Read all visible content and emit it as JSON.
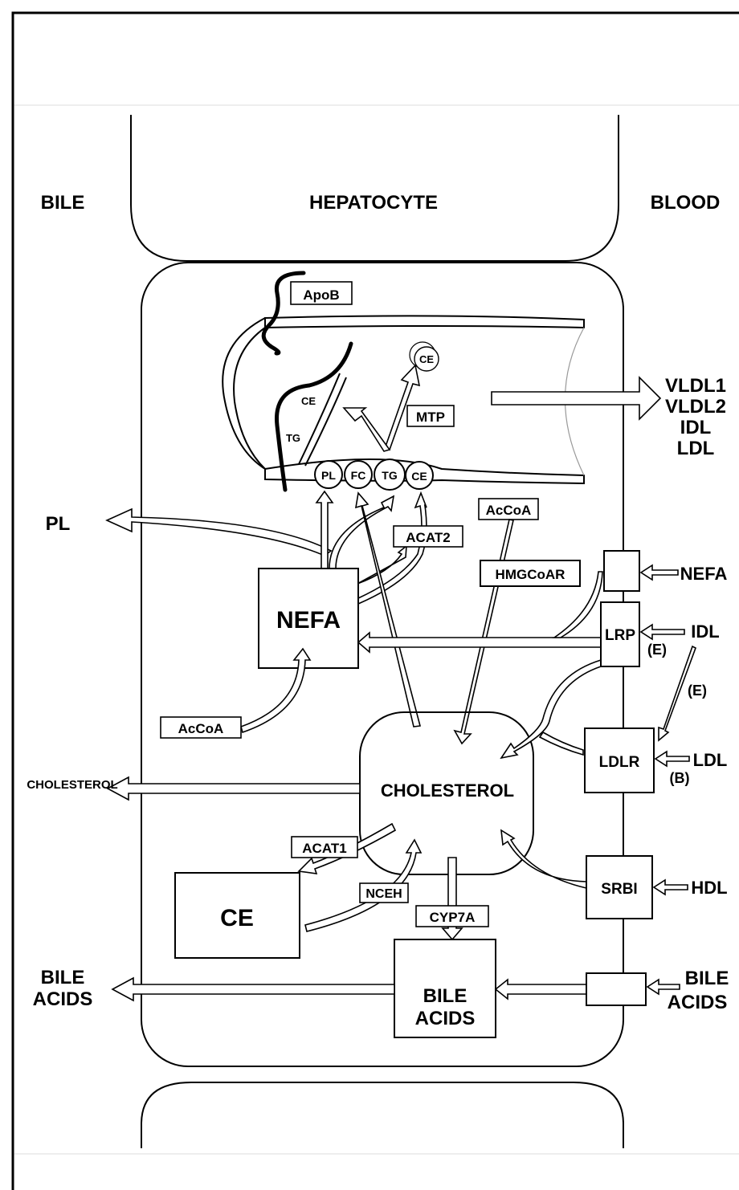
{
  "regions": {
    "bile": "BILE",
    "hepatocyte": "HEPATOCYTE",
    "blood": "BLOOD"
  },
  "er": {
    "apob": "ApoB",
    "ce_top": "CE",
    "ce_inner": "CE",
    "tg_inner": "TG",
    "mtp": "MTP",
    "droplets": {
      "pl": "PL",
      "fc": "FC",
      "tg": "TG",
      "ce": "CE"
    }
  },
  "lipoproteins_out": {
    "vldl1": "VLDL1",
    "vldl2": "VLDL2",
    "idl": "IDL",
    "ldl": "LDL"
  },
  "left_outputs": {
    "pl": "PL",
    "cholesterol": "CHOLESTEROL",
    "bile_acids_1": "BILE",
    "bile_acids_2": "ACIDS"
  },
  "enzymes": {
    "acat2": "ACAT2",
    "acoa_top": "AcCoA",
    "hmgcoar": "HMGCoAR",
    "acoa_left": "AcCoA",
    "acat1": "ACAT1",
    "nceh": "NCEH",
    "cyp7a": "CYP7A"
  },
  "pools": {
    "nefa": "NEFA",
    "cholesterol": "CHOLESTEROL",
    "ce": "CE",
    "bile_acids_1": "BILE",
    "bile_acids_2": "ACIDS"
  },
  "receptors": {
    "lrp": "LRP",
    "ldlr": "LDLR",
    "srbi": "SRBI"
  },
  "blood_inputs": {
    "nefa": "NEFA",
    "idl": "IDL",
    "apoe_1": "(E)",
    "apoe_2": "(E)",
    "ldl": "LDL",
    "apob": "(B)",
    "hdl": "HDL",
    "bile_acids_1": "BILE",
    "bile_acids_2": "ACIDS"
  }
}
